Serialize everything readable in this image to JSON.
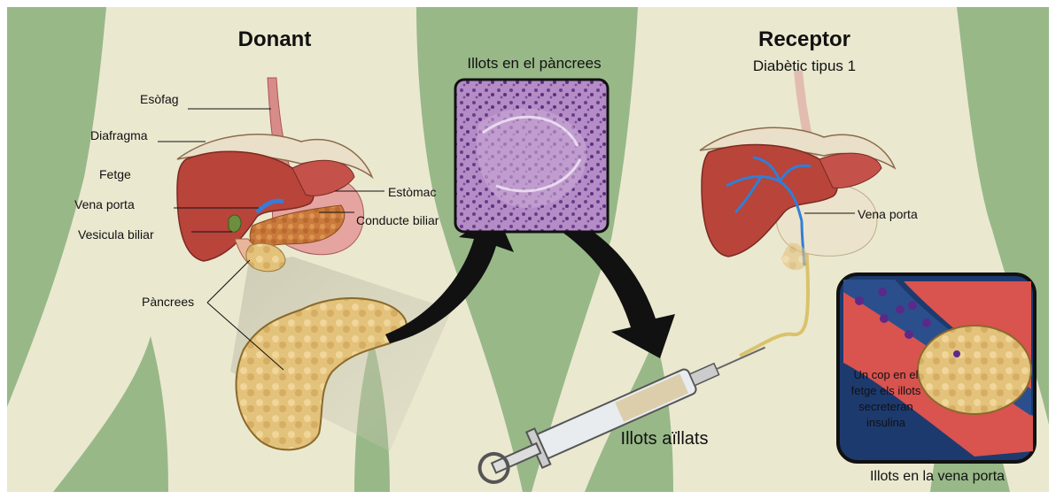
{
  "donor": {
    "title": "Donant",
    "labels": {
      "esophagus": "Esòfag",
      "diaphragm": "Diafragma",
      "liver": "Fetge",
      "portal_vein": "Vena porta",
      "gallbladder": "Vesicula biliar",
      "stomach": "Estòmac",
      "bile_duct": "Conducte biliar",
      "pancreas": "Pàncrees"
    }
  },
  "histology": {
    "title": "Illots en el pàncrees"
  },
  "recipient": {
    "title": "Receptor",
    "subtitle": "Diabètic tipus 1",
    "portal_vein": "Vena porta"
  },
  "syringe": {
    "label": "Illots aïllats"
  },
  "inset": {
    "text_lines": [
      "Un cop en el",
      "fetge els illots",
      "secreteran",
      "insulina"
    ],
    "caption": "Illots en la vena porta"
  },
  "colors": {
    "background": "#98b888",
    "silhouette": "#ebe8d0",
    "liver": "#b8443a",
    "pancreas": "#d9b26a",
    "arrow": "#111111",
    "vein_blue": "#2f7fd6",
    "inset_red": "#d9534f",
    "inset_navy": "#1d3a6e"
  }
}
